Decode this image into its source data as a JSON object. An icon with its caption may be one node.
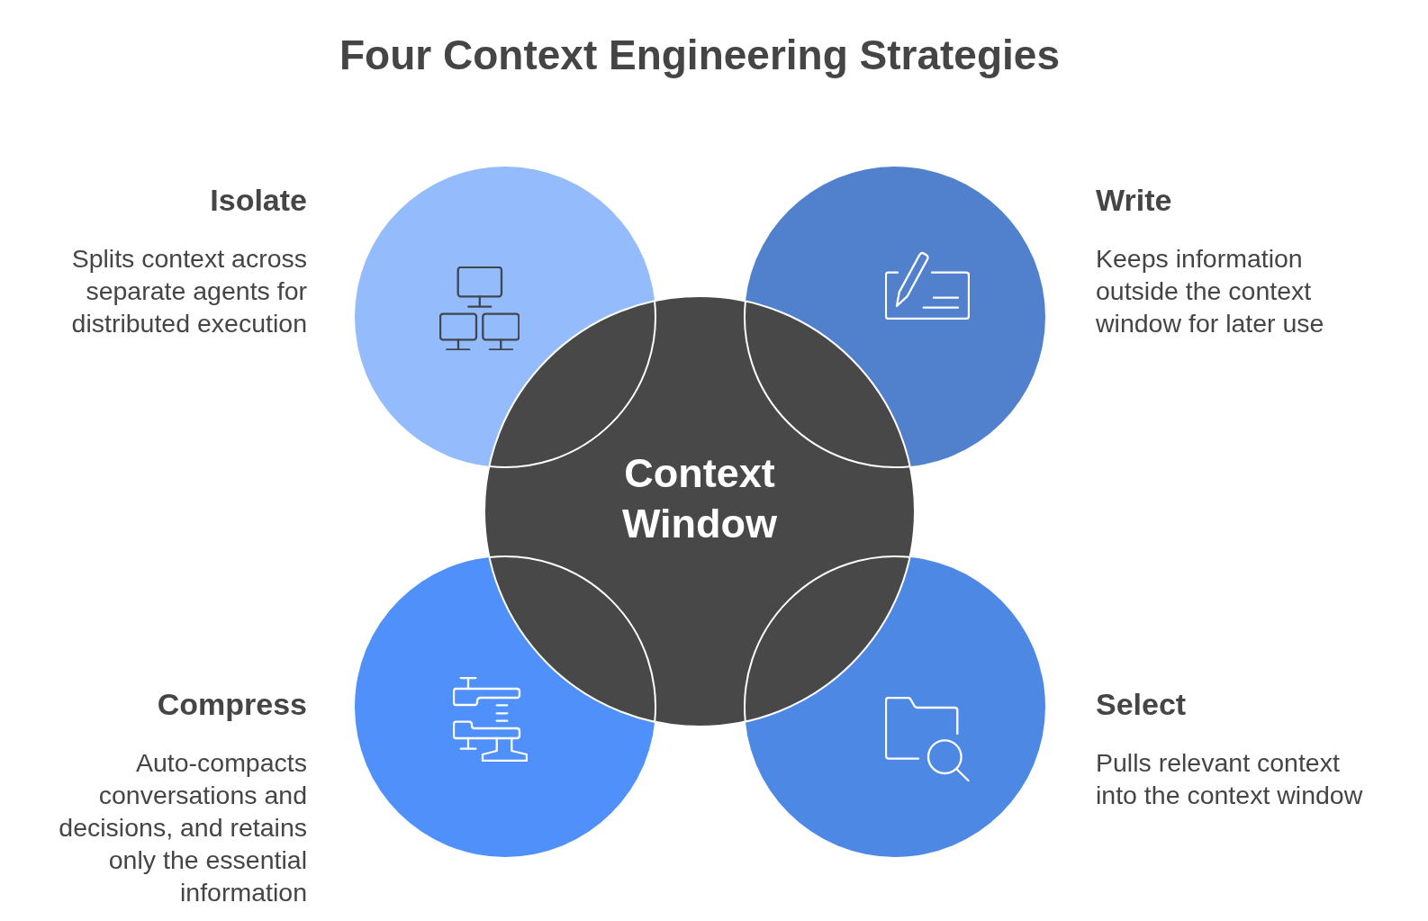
{
  "diagram": {
    "title": "Four Context Engineering Strategies",
    "nodes": [
      {
        "text": [
          "Isolate",
          "Splits context across separate agents for distributed execution"
        ]
      },
      {
        "text": [
          "Write",
          "Keeps information outside the context window for later use"
        ]
      },
      {
        "text": [
          "Context Window"
        ]
      },
      {
        "text": [
          "Compress",
          "Auto-compacts conversations and decisions, and retains only the essential information"
        ]
      },
      {
        "text": [
          "Select",
          "Pulls relevant context into the context window"
        ]
      }
    ]
  }
}
